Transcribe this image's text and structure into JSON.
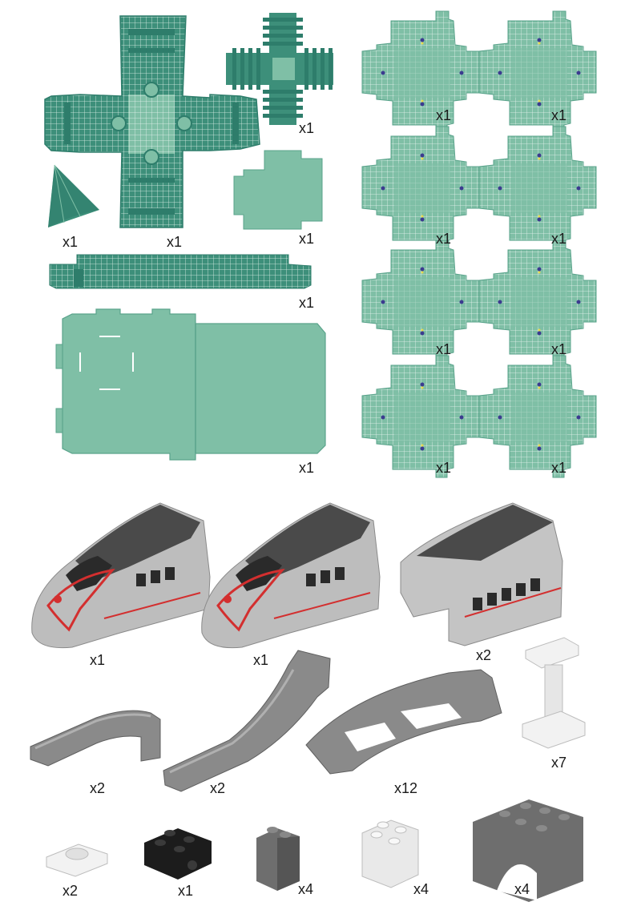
{
  "colors": {
    "panel": "#7fbfa6",
    "panel_dark": "#2e7d6b",
    "grid": "#e9f5ef",
    "gray": "#8a8a8a",
    "gray_light": "#c4c4c4",
    "gray_dark": "#4a4a4a",
    "red": "#d32f2f",
    "black": "#1c1c1c",
    "white": "#f2f2f2"
  },
  "parts": [
    {
      "id": "cross-cut-panel",
      "icon": "cross-panel-icon",
      "qty": "x1"
    },
    {
      "id": "finned-cross-panel",
      "icon": "fin-panel-icon",
      "qty": "x1"
    },
    {
      "id": "cone-piece",
      "icon": "cone-icon",
      "qty": "x1"
    },
    {
      "id": "small-box-panel",
      "icon": "box-panel-icon",
      "qty": "x1"
    },
    {
      "id": "long-strip-panel",
      "icon": "strip-panel-icon",
      "qty": "x1"
    },
    {
      "id": "large-base-panel",
      "icon": "base-panel-icon",
      "qty": "x1"
    },
    {
      "id": "small-cross-1",
      "icon": "cross-panel-icon",
      "qty": "x1"
    },
    {
      "id": "small-cross-2",
      "icon": "cross-panel-icon",
      "qty": "x1"
    },
    {
      "id": "small-cross-3",
      "icon": "cross-panel-icon",
      "qty": "x1"
    },
    {
      "id": "small-cross-4",
      "icon": "cross-panel-icon",
      "qty": "x1"
    },
    {
      "id": "small-cross-5",
      "icon": "cross-panel-icon",
      "qty": "x1"
    },
    {
      "id": "small-cross-6",
      "icon": "cross-panel-icon",
      "qty": "x1"
    },
    {
      "id": "small-cross-7",
      "icon": "cross-panel-icon",
      "qty": "x1"
    },
    {
      "id": "small-cross-8",
      "icon": "cross-panel-icon",
      "qty": "x1"
    },
    {
      "id": "train-head-1",
      "icon": "train-head-icon",
      "qty": "x1"
    },
    {
      "id": "train-head-2",
      "icon": "train-head-icon",
      "qty": "x1"
    },
    {
      "id": "train-carriage",
      "icon": "train-carriage-icon",
      "qty": "x2"
    },
    {
      "id": "short-ramp-track",
      "icon": "ramp-track-icon",
      "qty": "x2"
    },
    {
      "id": "long-ramp-track",
      "icon": "ramp-track-icon",
      "qty": "x2"
    },
    {
      "id": "curved-track",
      "icon": "curved-track-icon",
      "qty": "x12"
    },
    {
      "id": "support-pillar",
      "icon": "pillar-icon",
      "qty": "x7"
    },
    {
      "id": "round-plate",
      "icon": "round-plate-icon",
      "qty": "x2"
    },
    {
      "id": "black-brick",
      "icon": "black-brick-icon",
      "qty": "x1"
    },
    {
      "id": "gray-brick",
      "icon": "gray-brick-icon",
      "qty": "x4"
    },
    {
      "id": "white-brick",
      "icon": "white-brick-icon",
      "qty": "x4"
    },
    {
      "id": "arch-brick",
      "icon": "arch-brick-icon",
      "qty": "x4"
    }
  ]
}
